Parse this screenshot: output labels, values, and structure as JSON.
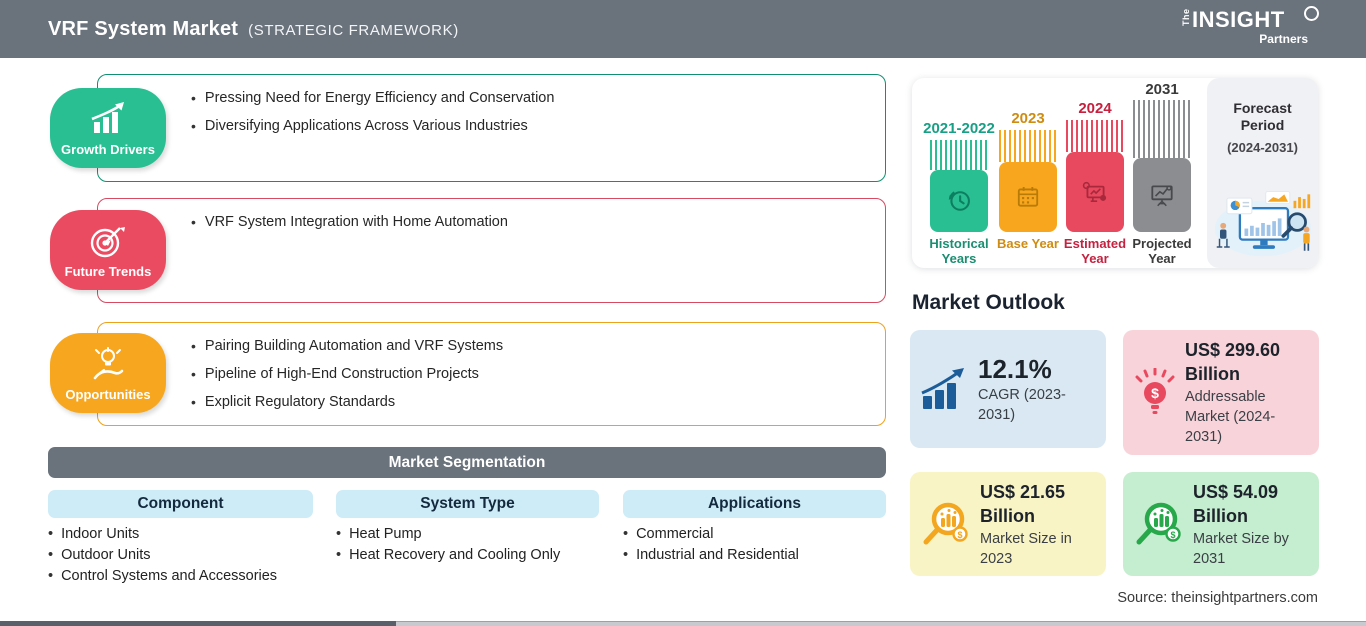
{
  "header": {
    "title": "VRF System Market",
    "subtitle": "(STRATEGIC FRAMEWORK)",
    "logo": {
      "the": "The",
      "insight": "INSIGHT",
      "partners": "Partners"
    }
  },
  "colors": {
    "header_bg": "#6a727c",
    "growth_green": "#2abf92",
    "trends_red": "#ea4b61",
    "opportunities_orange": "#f6a71f",
    "bar_gray": "#8b8d91",
    "card_blue": "#d9e8f3",
    "card_pink": "#f8d3da",
    "card_yellow": "#f9f4c5",
    "card_green": "#c5edcf",
    "segment_header_blue": "#cdecf7",
    "cagr_icon_blue": "#1c5d99"
  },
  "sections": [
    {
      "label": "Growth Drivers",
      "bullets": [
        "Pressing Need for Energy Efficiency and Conservation",
        "Diversifying Applications Across Various Industries"
      ]
    },
    {
      "label": "Future Trends",
      "bullets": [
        "VRF System Integration with Home Automation"
      ]
    },
    {
      "label": "Opportunities",
      "bullets": [
        "Pairing Building Automation and VRF Systems",
        "Pipeline of High-End Construction Projects",
        "Explicit Regulatory Standards"
      ]
    }
  ],
  "segmentation": {
    "title": "Market Segmentation",
    "columns": [
      {
        "header": "Component",
        "items": [
          "Indoor Units",
          "Outdoor Units",
          "Control Systems and Accessories"
        ]
      },
      {
        "header": "System Type",
        "items": [
          "Heat Pump",
          "Heat Recovery and Cooling Only"
        ]
      },
      {
        "header": "Applications",
        "items": [
          "Commercial",
          "Industrial and Residential"
        ]
      }
    ]
  },
  "timeline": {
    "bars": [
      {
        "year": "2021-2022",
        "caption": "Historical Years"
      },
      {
        "year": "2023",
        "caption": "Base Year"
      },
      {
        "year": "2024",
        "caption": "Estimated Year"
      },
      {
        "year": "2031",
        "caption": "Projected Year"
      }
    ],
    "forecast_title": "Forecast Period",
    "forecast_range": "(2024-2031)"
  },
  "outlook": {
    "title": "Market Outlook",
    "cards": [
      {
        "big": "12.1%",
        "sub": "CAGR (2023-2031)"
      },
      {
        "big": "US$ 299.60 Billion",
        "sub": "Addressable Market (2024-2031)"
      },
      {
        "big": "US$ 21.65 Billion",
        "sub": "Market Size in 2023"
      },
      {
        "big": "US$ 54.09 Billion",
        "sub": "Market Size by 2031"
      }
    ],
    "source": "Source: theinsightpartners.com"
  }
}
